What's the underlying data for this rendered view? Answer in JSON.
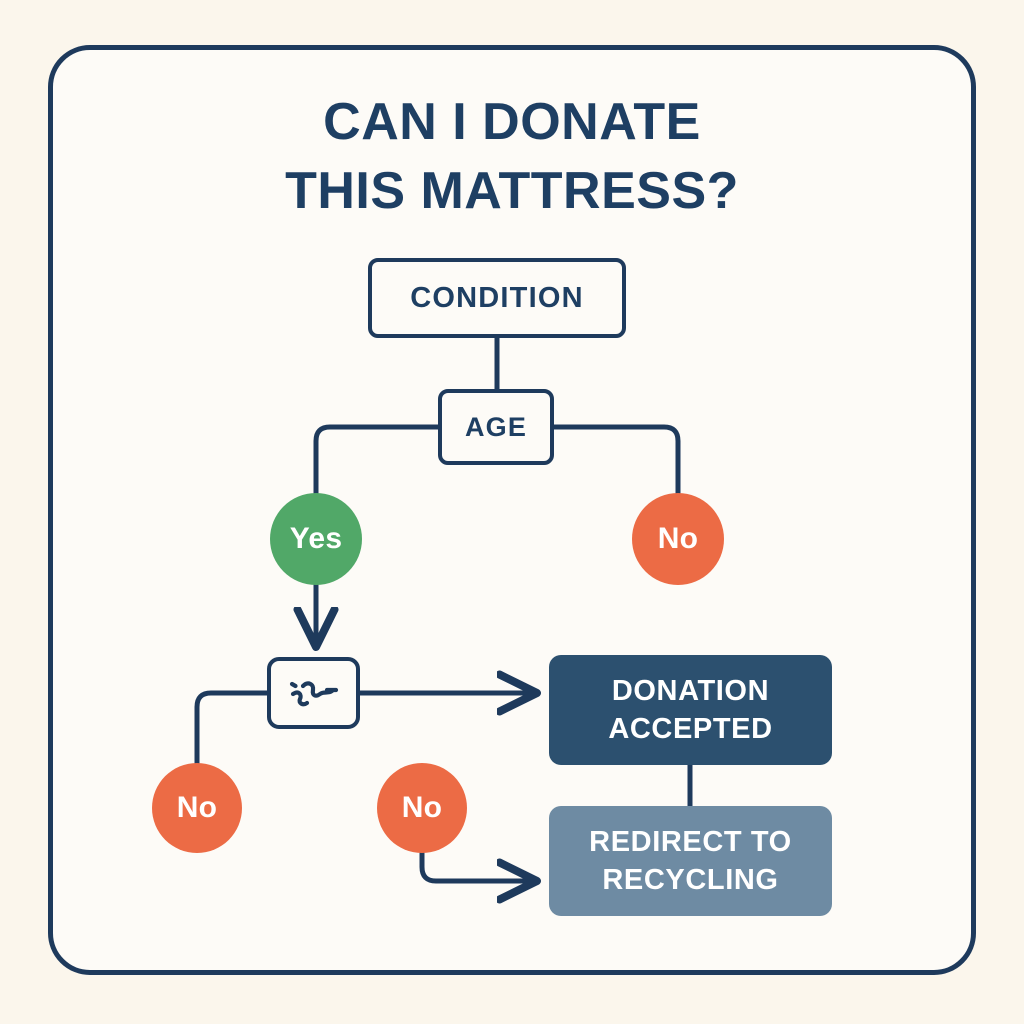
{
  "canvas": {
    "background_color": "#fbf6ec",
    "panel_color": "#fdfbf7",
    "border_color": "#1e3a5c"
  },
  "title": {
    "line1": "CAN I DONATE",
    "line2": "THIS MATTRESS?",
    "color": "#1e3f63"
  },
  "chart_data": {
    "type": "diagram",
    "title": "CAN I DONATE THIS MATTRESS?",
    "nodes": [
      {
        "id": "condition",
        "label": "CONDITION",
        "shape": "rounded-rect",
        "style": "outline",
        "fill": "#fdfbf7",
        "stroke": "#1e3a5c"
      },
      {
        "id": "age",
        "label": "AGE",
        "shape": "rounded-rect",
        "style": "outline",
        "fill": "#fdfbf7",
        "stroke": "#1e3a5c"
      },
      {
        "id": "yes",
        "label": "Yes",
        "shape": "circle",
        "fill": "#51a868",
        "text_color": "#ffffff"
      },
      {
        "id": "no_right",
        "label": "No",
        "shape": "circle",
        "fill": "#ec6b45",
        "text_color": "#ffffff"
      },
      {
        "id": "glyph",
        "label": "",
        "shape": "rounded-rect",
        "style": "outline",
        "icon": "squiggle-glyph",
        "fill": "#fdfbf7",
        "stroke": "#1e3a5c"
      },
      {
        "id": "no_left",
        "label": "No",
        "shape": "circle",
        "fill": "#ec6b45",
        "text_color": "#ffffff"
      },
      {
        "id": "no_mid",
        "label": "No",
        "shape": "circle",
        "fill": "#ec6b45",
        "text_color": "#ffffff"
      },
      {
        "id": "accepted",
        "label": "DONATION ACCEPTED",
        "shape": "rounded-rect",
        "fill": "#2c506f",
        "text_color": "#ffffff"
      },
      {
        "id": "recycle",
        "label": "REDIRECT TO RECYCLING",
        "shape": "rounded-rect",
        "fill": "#6e8ba3",
        "text_color": "#ffffff"
      }
    ],
    "edges": [
      {
        "from": "condition",
        "to": "age",
        "label": "",
        "arrow": false
      },
      {
        "from": "age",
        "to": "yes",
        "label": "",
        "arrow": false
      },
      {
        "from": "age",
        "to": "no_right",
        "label": "",
        "arrow": false
      },
      {
        "from": "yes",
        "to": "glyph",
        "label": "",
        "arrow": true
      },
      {
        "from": "glyph",
        "to": "no_left",
        "label": "",
        "arrow": false
      },
      {
        "from": "glyph",
        "to": "accepted",
        "label": "",
        "arrow": true
      },
      {
        "from": "no_mid",
        "to": "recycle",
        "label": "",
        "arrow": true
      },
      {
        "from": "accepted",
        "to": "recycle",
        "label": "",
        "arrow": false
      }
    ],
    "edge_color": "#1e3a5c"
  },
  "nodes": {
    "condition": {
      "label": "CONDITION"
    },
    "age": {
      "label": "AGE"
    },
    "yes": {
      "label": "Yes"
    },
    "no_right": {
      "label": "No"
    },
    "no_left": {
      "label": "No"
    },
    "no_mid": {
      "label": "No"
    },
    "glyph": {
      "icon": "squiggle-glyph"
    },
    "accepted": {
      "line1": "DONATION",
      "line2": "ACCEPTED"
    },
    "recycle": {
      "line1": "REDIRECT TO",
      "line2": "RECYCLING"
    }
  }
}
